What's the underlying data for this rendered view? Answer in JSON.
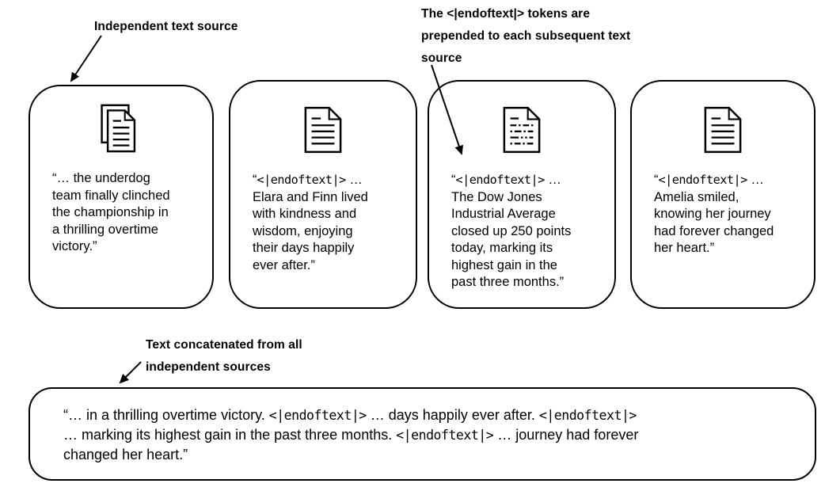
{
  "colors": {
    "ink": "#000000",
    "background": "#ffffff"
  },
  "annotations": {
    "independent_source": "Independent text source",
    "prepended_tokens": "The <|endoftext|> tokens are\nprepended to each subsequent text\nsource",
    "concatenated": "Text concatenated from all\nindependent sources"
  },
  "cards": [
    {
      "icon": "documents-stack-icon",
      "segments": [
        {
          "text": "“… the underdog\nteam finally clinched\nthe championship in\na thrilling overtime\nvictory.”",
          "mono": false
        }
      ]
    },
    {
      "icon": "document-lines-icon",
      "segments": [
        {
          "text": "“",
          "mono": false
        },
        {
          "text": "<|endoftext|>",
          "mono": true
        },
        {
          "text": " …\nElara and Finn lived\nwith kindness and\nwisdom, enjoying\ntheir days happily\never after.”",
          "mono": false
        }
      ]
    },
    {
      "icon": "document-dashed-lines-icon",
      "segments": [
        {
          "text": "“",
          "mono": false
        },
        {
          "text": "<|endoftext|>",
          "mono": true
        },
        {
          "text": " …\nThe Dow Jones\nIndustrial Average\nclosed up 250 points\ntoday, marking its\nhighest gain in the\npast three months.”",
          "mono": false
        }
      ]
    },
    {
      "icon": "document-lines-icon",
      "segments": [
        {
          "text": "“",
          "mono": false
        },
        {
          "text": "<|endoftext|>",
          "mono": true
        },
        {
          "text": " …\nAmelia smiled,\nknowing her journey\nhad forever changed\nher heart.”",
          "mono": false
        }
      ]
    }
  ],
  "concatenated_box": {
    "segments": [
      {
        "text": "“… in a thrilling overtime victory. ",
        "mono": false
      },
      {
        "text": "<|endoftext|>",
        "mono": true
      },
      {
        "text": " … days happily ever after. ",
        "mono": false
      },
      {
        "text": "<|endoftext|>",
        "mono": true
      },
      {
        "text": "\n… marking its highest gain in the past three months. ",
        "mono": false
      },
      {
        "text": "<|endoftext|>",
        "mono": true
      },
      {
        "text": " … journey had forever\nchanged her heart.”",
        "mono": false
      }
    ]
  }
}
